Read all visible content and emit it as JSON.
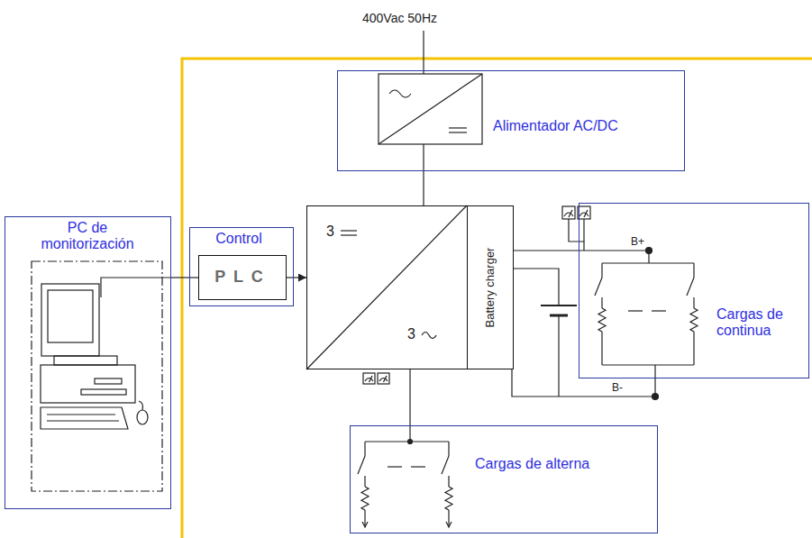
{
  "diagram": {
    "nodes": [
      {
        "text": [
          "Alimentador AC/DC"
        ]
      },
      {
        "text": [
          "PC de monitorización"
        ]
      },
      {
        "text": [
          "Control"
        ]
      },
      {
        "text": [
          "P L C"
        ],
        "in": 2
      },
      {
        "text": [
          "3",
          "3"
        ]
      },
      {
        "text": [
          "Battery charger"
        ],
        "in": 4
      },
      {
        "text": [
          "Cargas de continua"
        ]
      },
      {
        "text": [
          "Cargas de alterna"
        ]
      }
    ],
    "edges": [
      {
        "from": 0,
        "to": 4,
        "arrow": "none"
      },
      {
        "from": 1,
        "to": 3,
        "arrow": "none"
      },
      {
        "from": 3,
        "to": 4,
        "arrow": "to"
      },
      {
        "from": 4,
        "to": 7,
        "arrow": "none"
      },
      {
        "from": 5,
        "to": 6,
        "arrow": "none"
      },
      {
        "from": 5,
        "to": 6,
        "arrow": "none"
      }
    ],
    "labels": [
      "400Vac 50Hz",
      "B+",
      "B-"
    ]
  }
}
